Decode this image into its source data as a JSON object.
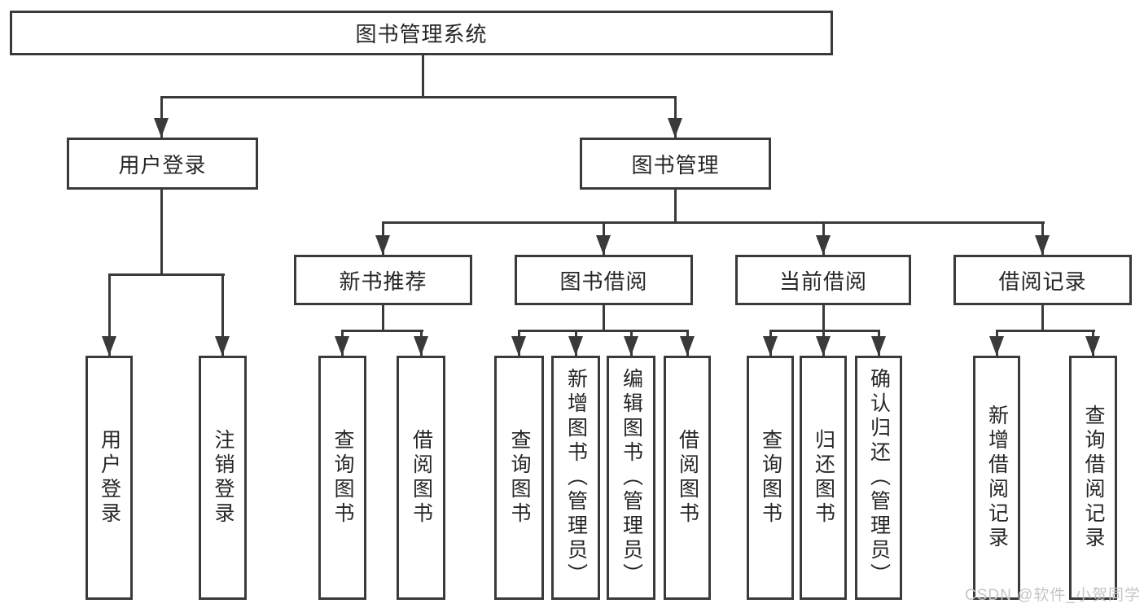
{
  "nodes": {
    "root": "图书管理系统",
    "user_login": "用户登录",
    "book_mgmt": "图书管理",
    "new_book": "新书推荐",
    "book_borrow": "图书借阅",
    "current_borrow": "当前借阅",
    "borrow_record": "借阅记录",
    "leaf_user_login": "用户登录",
    "leaf_logout": "注销登录",
    "leaf_nb_query": "查询图书",
    "leaf_nb_borrow": "借阅图书",
    "leaf_bb_query": "查询图书",
    "leaf_bb_add": "新增图书（管理员）",
    "leaf_bb_edit": "编辑图书（管理员）",
    "leaf_bb_borrow": "借阅图书",
    "leaf_cb_query": "查询图书",
    "leaf_cb_return": "归还图书",
    "leaf_cb_confirm": "确认归还（管理员）",
    "leaf_br_add": "新增借阅记录",
    "leaf_br_query": "查询借阅记录"
  },
  "watermark": {
    "text": "CSDN @软件_小贺同学"
  },
  "colors": {
    "line": "#3a3a3a",
    "box_border": "#3a3a3a",
    "text": "#262626",
    "watermark": "#c5c5c5",
    "background": "#ffffff"
  }
}
